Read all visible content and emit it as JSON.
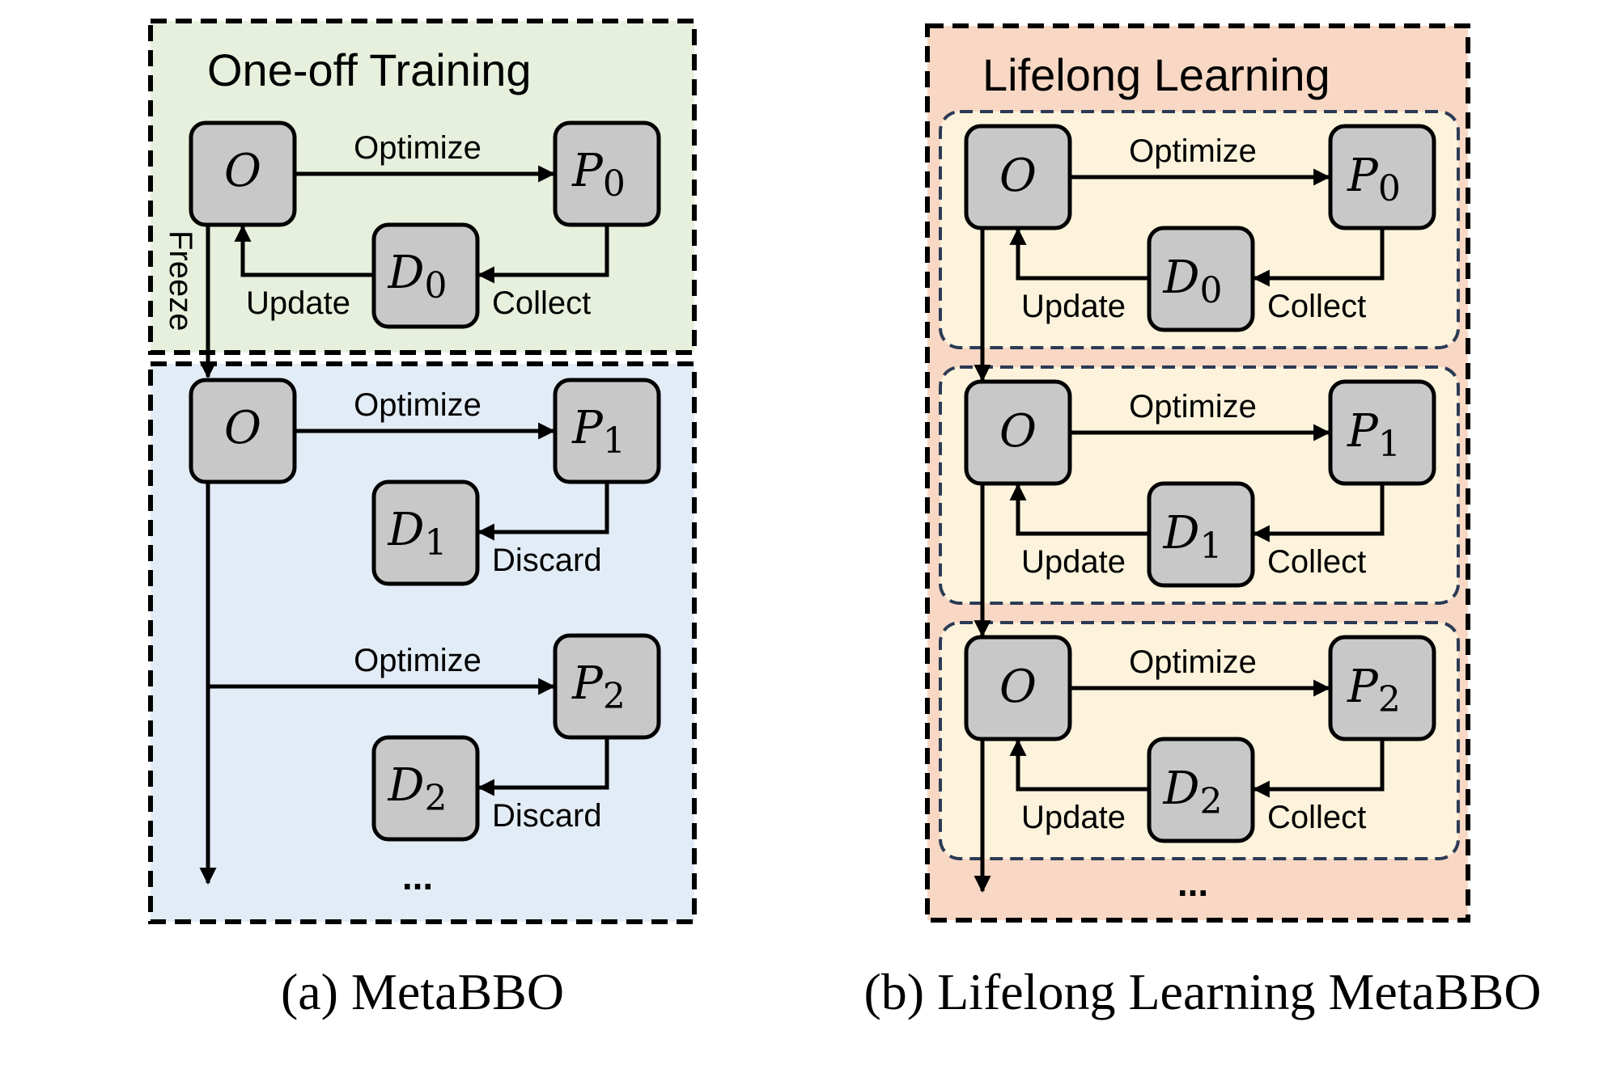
{
  "panel_a": {
    "caption": "(a) MetaBBO",
    "training_title": "One-off Training",
    "freeze_label": "Freeze",
    "training": {
      "O": "O",
      "P": "P",
      "P_sub": "0",
      "D": "D",
      "D_sub": "0",
      "optimize": "Optimize",
      "update": "Update",
      "collect": "Collect"
    },
    "deploy": [
      {
        "O": "O",
        "P": "P",
        "P_sub": "1",
        "D": "D",
        "D_sub": "1",
        "optimize": "Optimize",
        "discard": "Discard"
      },
      {
        "P": "P",
        "P_sub": "2",
        "D": "D",
        "D_sub": "2",
        "optimize": "Optimize",
        "discard": "Discard"
      }
    ],
    "ellipsis": "..."
  },
  "panel_b": {
    "caption": "(b) Lifelong Learning MetaBBO",
    "title": "Lifelong Learning",
    "stages": [
      {
        "O": "O",
        "P": "P",
        "P_sub": "0",
        "D": "D",
        "D_sub": "0",
        "optimize": "Optimize",
        "update": "Update",
        "collect": "Collect"
      },
      {
        "O": "O",
        "P": "P",
        "P_sub": "1",
        "D": "D",
        "D_sub": "1",
        "optimize": "Optimize",
        "update": "Update",
        "collect": "Collect"
      },
      {
        "O": "O",
        "P": "P",
        "P_sub": "2",
        "D": "D",
        "D_sub": "2",
        "optimize": "Optimize",
        "update": "Update",
        "collect": "Collect"
      }
    ],
    "ellipsis": "..."
  },
  "colors": {
    "training_bg": "#e6f0dc",
    "deploy_bg": "#e2ecf6",
    "lifelong_bg": "#f8d8c4",
    "stage_bg": "#fdf3dc",
    "stage_border": "#2b3a55",
    "node_fill": "#c8c8c8",
    "line": "#000000"
  }
}
